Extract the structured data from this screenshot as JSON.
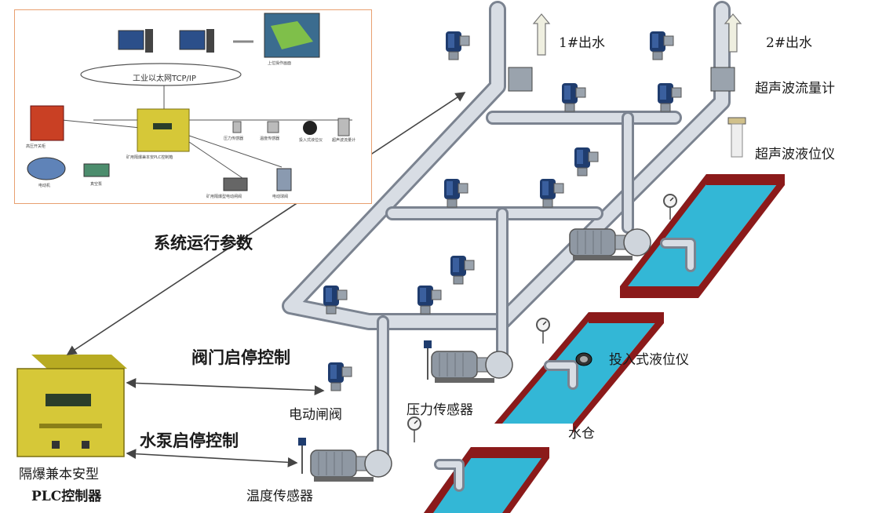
{
  "colors": {
    "pipe": "#d8dde4",
    "pipe_edge": "#7b8390",
    "water": "#33b7d6",
    "basin_wall": "#8b1a1a",
    "valve_actuator": "#1f3c6e",
    "controller_yellow": "#d6c838",
    "inset_border": "#e8a070",
    "arrow": "#444444"
  },
  "inset": {
    "network_label": "工业以太网TCP/IP",
    "monitor_label": "上位操作画面",
    "items": [
      "高压开关柜",
      "矿用隔爆兼本安PLC控制箱",
      "电动机",
      "真空泵",
      "压力传感器",
      "温度传感器",
      "投入式液位仪",
      "超声波流量计",
      "矿用隔爆型电动闸阀",
      "电动球阀"
    ]
  },
  "labels": {
    "outlet1": "1#出水",
    "outlet2": "2#出水",
    "flowmeter": "超声波流量计",
    "level_ultrasonic": "超声波液位仪",
    "system_params": "系统运行参数",
    "valve_control": "阀门启停控制",
    "pump_control": "水泵启停控制",
    "electric_gate_valve": "电动闸阀",
    "pressure_sensor": "压力传感器",
    "submersible_level": "投入式液位仪",
    "sump": "水仓",
    "temperature_sensor": "温度传感器",
    "plc_line1": "隔爆兼本安型",
    "plc_line2": "PLC控制器"
  }
}
